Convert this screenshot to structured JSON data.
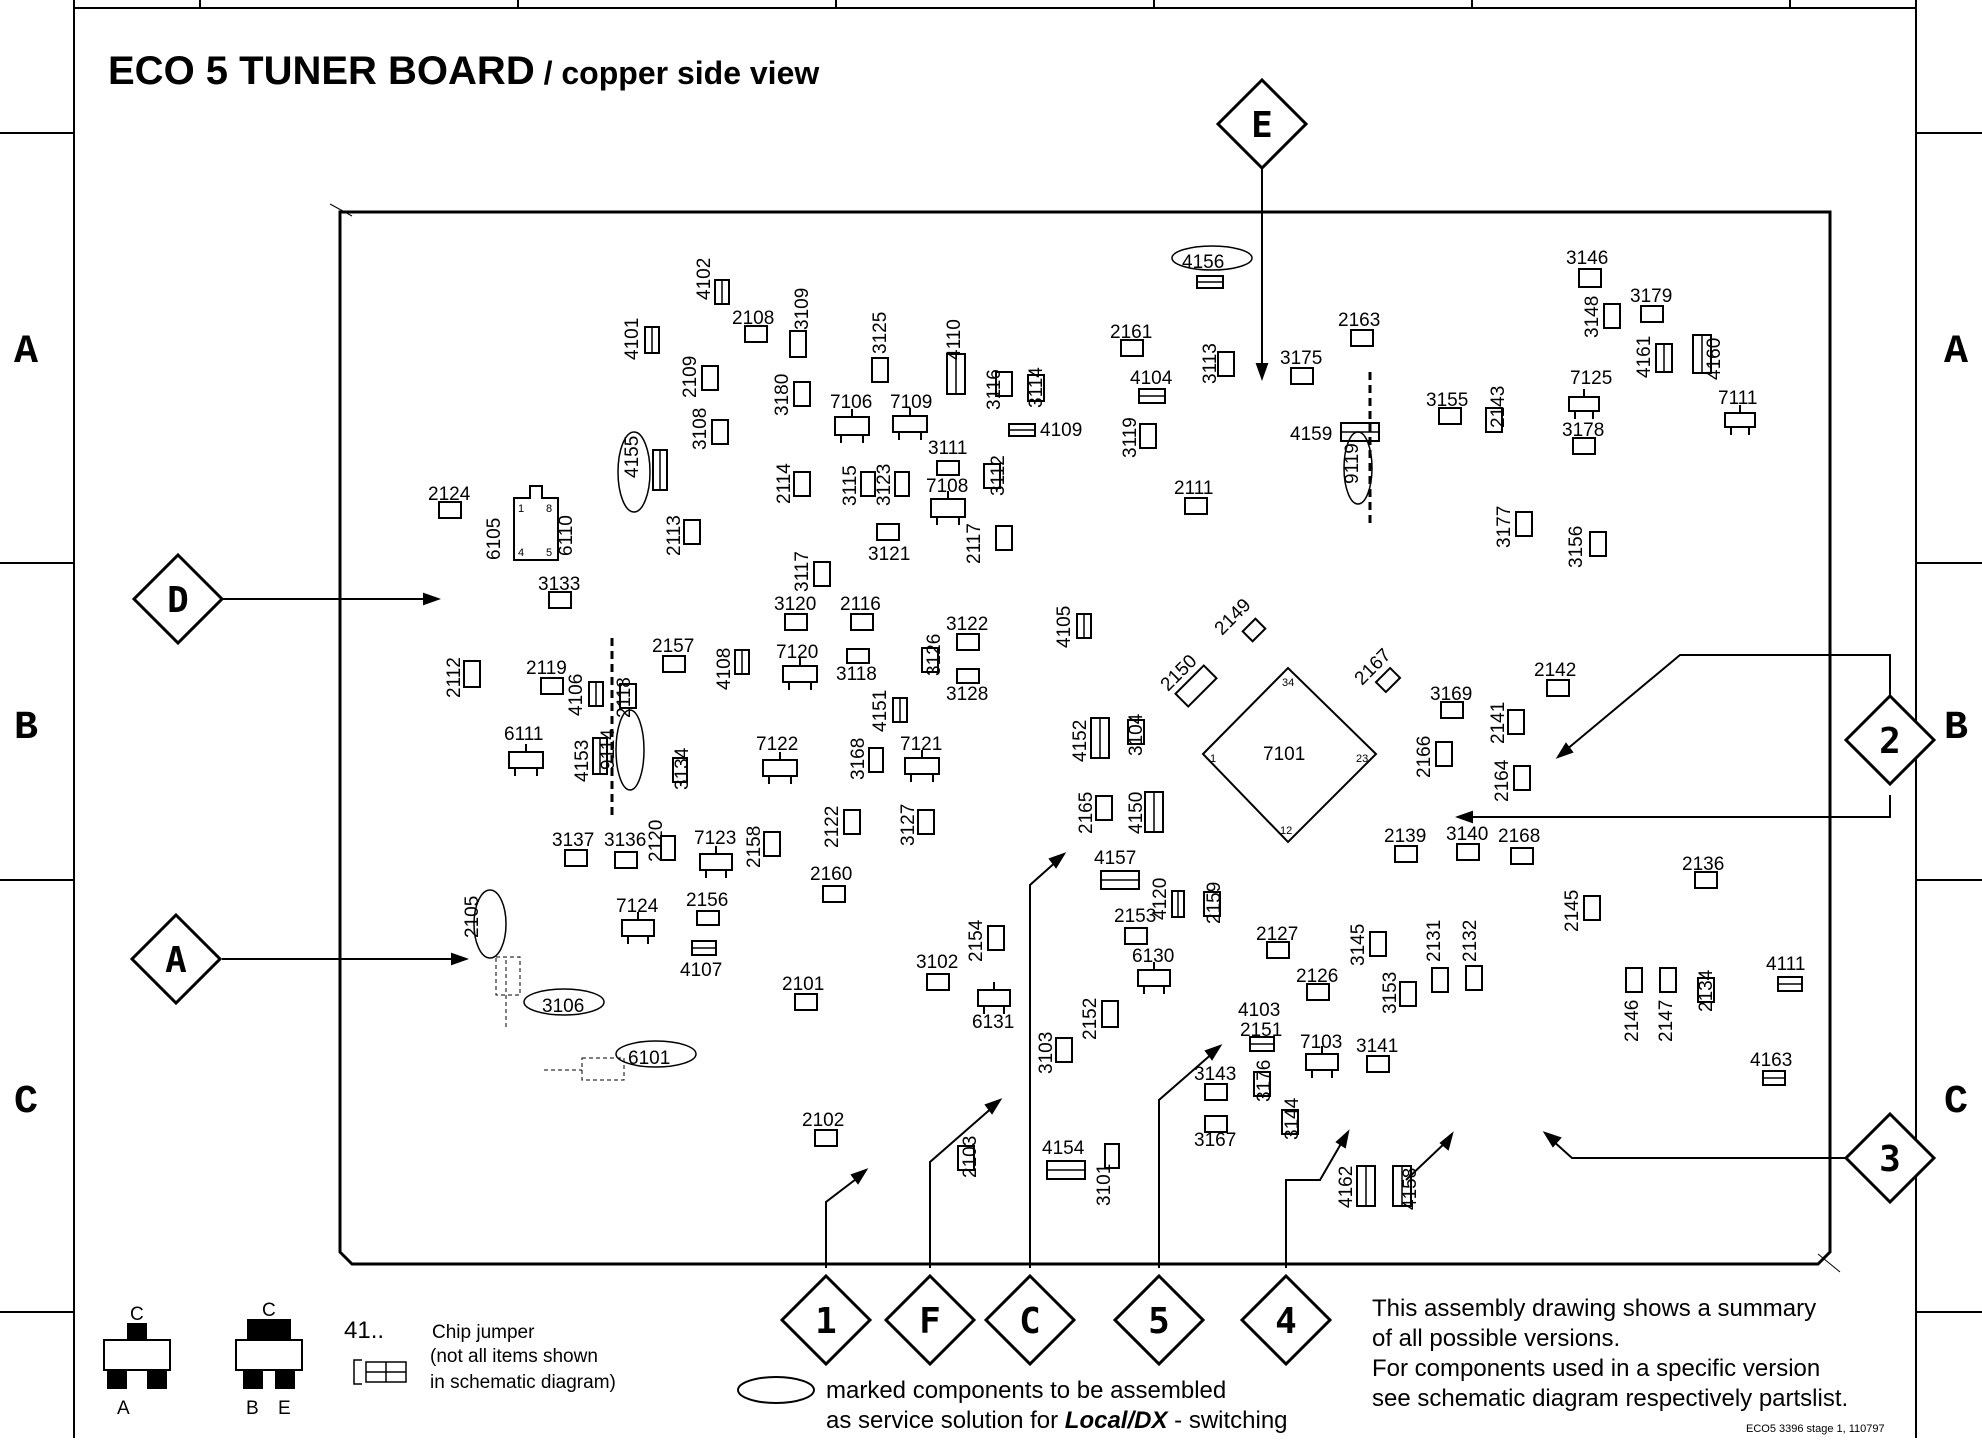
{
  "title": {
    "main": "ECO 5 TUNER BOARD",
    "sub": " / copper side view"
  },
  "grid_rows": [
    "A",
    "B",
    "C"
  ],
  "connectors": [
    "E",
    "D",
    "A",
    "1",
    "F",
    "C",
    "5",
    "4",
    "2",
    "3"
  ],
  "ic": {
    "ref": "7101",
    "pins": [
      "1",
      "12",
      "23",
      "34"
    ]
  },
  "components": [
    {
      "ref": "4156",
      "marked": true
    },
    {
      "ref": "3146"
    },
    {
      "ref": "3179"
    },
    {
      "ref": "3148"
    },
    {
      "ref": "4161"
    },
    {
      "ref": "4160"
    },
    {
      "ref": "4102"
    },
    {
      "ref": "2108"
    },
    {
      "ref": "3109"
    },
    {
      "ref": "3125"
    },
    {
      "ref": "4110"
    },
    {
      "ref": "2161"
    },
    {
      "ref": "2163"
    },
    {
      "ref": "4101"
    },
    {
      "ref": "2109"
    },
    {
      "ref": "3180"
    },
    {
      "ref": "3116"
    },
    {
      "ref": "3114"
    },
    {
      "ref": "4104"
    },
    {
      "ref": "3113"
    },
    {
      "ref": "3175"
    },
    {
      "ref": "7125"
    },
    {
      "ref": "7111"
    },
    {
      "ref": "3108"
    },
    {
      "ref": "7106"
    },
    {
      "ref": "7109"
    },
    {
      "ref": "4109"
    },
    {
      "ref": "3119"
    },
    {
      "ref": "4159"
    },
    {
      "ref": "3155"
    },
    {
      "ref": "2143"
    },
    {
      "ref": "3178"
    },
    {
      "ref": "4155",
      "marked": true
    },
    {
      "ref": "3111"
    },
    {
      "ref": "2114"
    },
    {
      "ref": "3115"
    },
    {
      "ref": "3123"
    },
    {
      "ref": "7108"
    },
    {
      "ref": "3112"
    },
    {
      "ref": "2124"
    },
    {
      "ref": "9119",
      "marked": true
    },
    {
      "ref": "2111"
    },
    {
      "ref": "6105"
    },
    {
      "ref": "6110"
    },
    {
      "ref": "2113"
    },
    {
      "ref": "2117"
    },
    {
      "ref": "3121"
    },
    {
      "ref": "3177"
    },
    {
      "ref": "3156"
    },
    {
      "ref": "3117"
    },
    {
      "ref": "3133"
    },
    {
      "ref": "3120"
    },
    {
      "ref": "2116"
    },
    {
      "ref": "3122"
    },
    {
      "ref": "4105"
    },
    {
      "ref": "2149"
    },
    {
      "ref": "2157"
    },
    {
      "ref": "4108"
    },
    {
      "ref": "7120"
    },
    {
      "ref": "3118"
    },
    {
      "ref": "3126"
    },
    {
      "ref": "2150"
    },
    {
      "ref": "2167"
    },
    {
      "ref": "2142"
    },
    {
      "ref": "2112"
    },
    {
      "ref": "2119"
    },
    {
      "ref": "4106"
    },
    {
      "ref": "2118"
    },
    {
      "ref": "3128"
    },
    {
      "ref": "3169"
    },
    {
      "ref": "2141"
    },
    {
      "ref": "6111"
    },
    {
      "ref": "9114",
      "marked": true
    },
    {
      "ref": "4153"
    },
    {
      "ref": "3134"
    },
    {
      "ref": "7122"
    },
    {
      "ref": "3168"
    },
    {
      "ref": "4151"
    },
    {
      "ref": "7121"
    },
    {
      "ref": "4152"
    },
    {
      "ref": "3104"
    },
    {
      "ref": "2166"
    },
    {
      "ref": "2164"
    },
    {
      "ref": "2120"
    },
    {
      "ref": "2122"
    },
    {
      "ref": "3127"
    },
    {
      "ref": "2165"
    },
    {
      "ref": "4150"
    },
    {
      "ref": "3137"
    },
    {
      "ref": "3136"
    },
    {
      "ref": "7123"
    },
    {
      "ref": "2158"
    },
    {
      "ref": "2139"
    },
    {
      "ref": "3140"
    },
    {
      "ref": "2168"
    },
    {
      "ref": "4157"
    },
    {
      "ref": "4120"
    },
    {
      "ref": "2160"
    },
    {
      "ref": "2136"
    },
    {
      "ref": "2105",
      "marked": true
    },
    {
      "ref": "7124"
    },
    {
      "ref": "2156"
    },
    {
      "ref": "2154"
    },
    {
      "ref": "2153"
    },
    {
      "ref": "2159"
    },
    {
      "ref": "2145"
    },
    {
      "ref": "2127"
    },
    {
      "ref": "3145"
    },
    {
      "ref": "2131"
    },
    {
      "ref": "2132"
    },
    {
      "ref": "4107"
    },
    {
      "ref": "3102"
    },
    {
      "ref": "6130"
    },
    {
      "ref": "2126"
    },
    {
      "ref": "3153"
    },
    {
      "ref": "4111"
    },
    {
      "ref": "2146"
    },
    {
      "ref": "2147"
    },
    {
      "ref": "2134"
    },
    {
      "ref": "2101"
    },
    {
      "ref": "3106",
      "marked": true
    },
    {
      "ref": "6131"
    },
    {
      "ref": "2152"
    },
    {
      "ref": "4103"
    },
    {
      "ref": "2151"
    },
    {
      "ref": "6101",
      "marked": true
    },
    {
      "ref": "3103"
    },
    {
      "ref": "7103"
    },
    {
      "ref": "3141"
    },
    {
      "ref": "4163"
    },
    {
      "ref": "3143"
    },
    {
      "ref": "3176"
    },
    {
      "ref": "2102"
    },
    {
      "ref": "3144"
    },
    {
      "ref": "3167"
    },
    {
      "ref": "2103"
    },
    {
      "ref": "4154"
    },
    {
      "ref": "3101"
    },
    {
      "ref": "4162"
    },
    {
      "ref": "4158"
    }
  ],
  "legend": {
    "transistor_pins_left": [
      "C",
      "A"
    ],
    "transistor_pins_right": [
      "C",
      "B",
      "E"
    ],
    "jumper_code": "41..",
    "jumper_label": "Chip jumper",
    "jumper_note_1": "(not all items shown",
    "jumper_note_2": "in schematic diagram)",
    "marked_1": "marked components to be assembled",
    "marked_2_pre": "as service solution for ",
    "marked_2_em": "Local/DX",
    "marked_2_post": " - switching",
    "summary_1": "This assembly drawing shows a summary",
    "summary_2": "of all possible versions.",
    "summary_3": "For components used in a specific version",
    "summary_4": "see schematic diagram respectively partslist.",
    "footer_code": "ECO5 3396 stage 1, 110797"
  }
}
